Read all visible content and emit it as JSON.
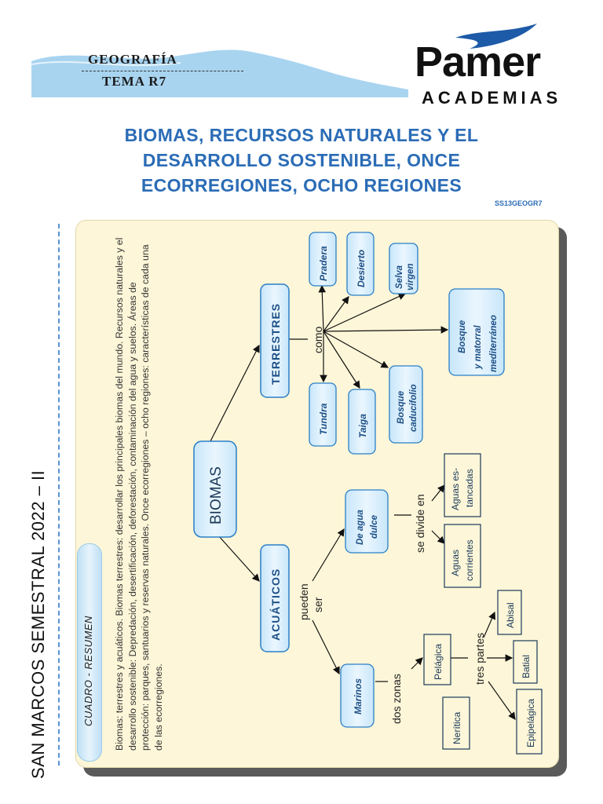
{
  "header": {
    "subject": "GEOGRAFÍA",
    "topic": "TEMA R7",
    "brand_name": "Pamer",
    "brand_sub": "ACADEMIAS",
    "brand_color": "#1d5aa8",
    "wave_color": "#a8d4f0"
  },
  "title": {
    "line1": "BIOMAS, RECURSOS NATURALES Y EL",
    "line2": "DESARROLLO SOSTENIBLE, ONCE",
    "line3": "ECORREGIONES, OCHO REGIONES",
    "color": "#2b6cb6"
  },
  "code": "SS13GEOGR7",
  "sidebar": {
    "label": "SAN MARCOS SEMESTRAL 2022 – II"
  },
  "summary": {
    "tab_label": "CUADRO - RESUMEN",
    "paragraph": "Biomas: terrestres y acuáticos. Biomas terrestres: desarrollar los principales biomas del mundo. Recursos naturales y el desarrollo sostenible: Depredación, desertificación, deforestación, contaminación del agua y suelos. Áreas de protección: parques, santuarios y reservas naturales. Once ecorregiones – ocho regiones: características de cada una de las ecorregiones."
  },
  "concept_map": {
    "root": "BIOMAS",
    "terrestres": {
      "label": "TERRESTRES",
      "connector": "como",
      "items": [
        "Pradera",
        "Desierto",
        "Selva virgen",
        "Bosque y matorral mediterráneo",
        "Bosque caducifolio",
        "Taiga",
        "Tundra"
      ]
    },
    "acuaticos": {
      "label": "ACUÁTICOS",
      "connector_1": "pueden",
      "connector_2": "ser",
      "agua_dulce": {
        "label": "De agua dulce",
        "connector": "se divide en",
        "items": [
          "Aguas corrientes",
          "Aguas estancadas"
        ],
        "item_lines": [
          [
            "Aguas",
            "corrientes"
          ],
          [
            "Aguas es-",
            "tancadas"
          ]
        ]
      },
      "marinos": {
        "label": "Marinos",
        "connector": "dos zonas",
        "zones": [
          "Pelágica",
          "Nerítica"
        ],
        "pelagica_connector": "tres partes",
        "pelagica_parts": [
          "Abisal",
          "Batial",
          "Epipelágica"
        ]
      }
    }
  }
}
